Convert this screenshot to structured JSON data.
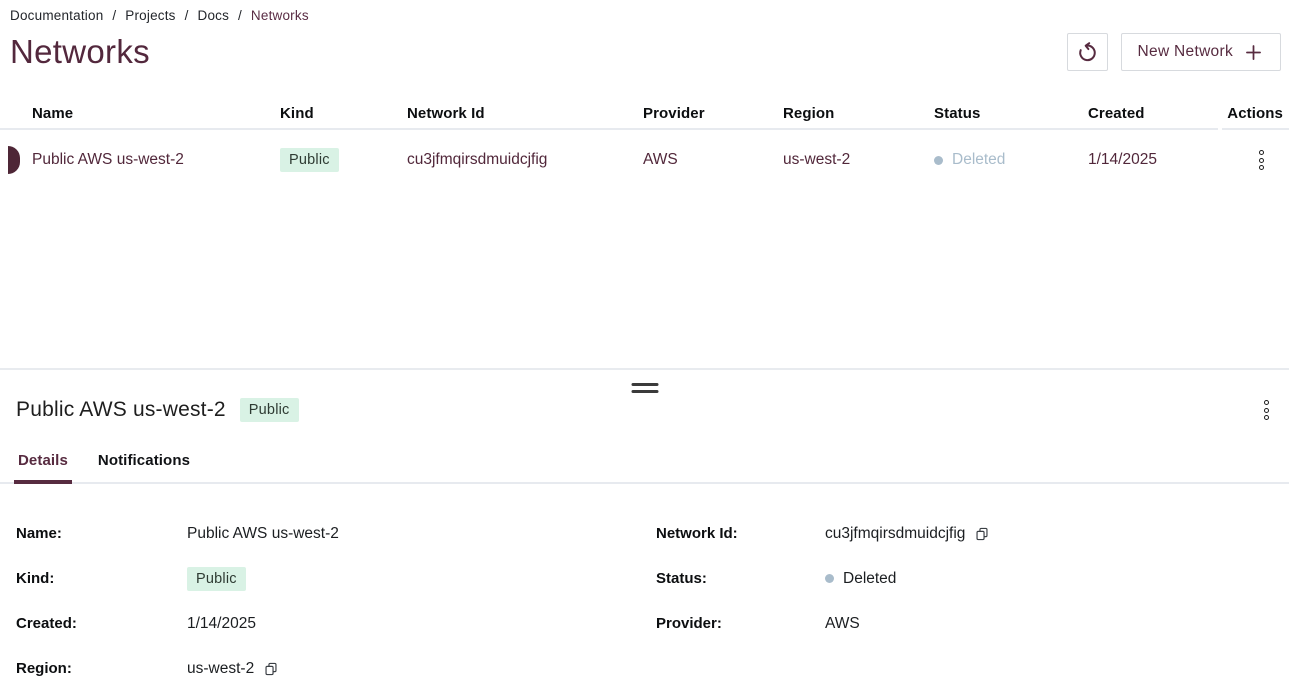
{
  "colors": {
    "accent_maroon": "#572B40",
    "row_text_maroon": "#51273A",
    "badge_bg": "#D9F2E5",
    "badge_text": "#2E3B33",
    "deleted_status": "#A9BCCB",
    "border_gray": "#E7EAEF",
    "header_text": "#0C0E10"
  },
  "breadcrumb": {
    "separator": "/",
    "items": [
      {
        "label": "Documentation"
      },
      {
        "label": "Projects"
      },
      {
        "label": "Docs"
      },
      {
        "label": "Networks"
      }
    ]
  },
  "header": {
    "title": "Networks",
    "refresh_icon": "refresh-ccw-icon",
    "new_network_label": "New Network",
    "plus_icon": "plus-icon"
  },
  "table": {
    "columns": [
      "Name",
      "Kind",
      "Network Id",
      "Provider",
      "Region",
      "Status",
      "Created",
      "Actions"
    ],
    "rows": [
      {
        "name": "Public AWS us-west-2",
        "kind": "Public",
        "network_id": "cu3jfmqirsdmuidcjfig",
        "provider": "AWS",
        "region": "us-west-2",
        "status": "Deleted",
        "created": "1/14/2025",
        "selected": true
      }
    ]
  },
  "drawer": {
    "title": "Public AWS us-west-2",
    "badge": "Public",
    "tabs": [
      {
        "label": "Details",
        "active": true
      },
      {
        "label": "Notifications",
        "active": false
      }
    ],
    "fields": {
      "name_label": "Name:",
      "name_value": "Public AWS us-west-2",
      "kind_label": "Kind:",
      "kind_value": "Public",
      "created_label": "Created:",
      "created_value": "1/14/2025",
      "region_label": "Region:",
      "region_value": "us-west-2",
      "network_id_label": "Network Id:",
      "network_id_value": "cu3jfmqirsdmuidcjfig",
      "status_label": "Status:",
      "status_value": "Deleted",
      "provider_label": "Provider:",
      "provider_value": "AWS"
    }
  }
}
